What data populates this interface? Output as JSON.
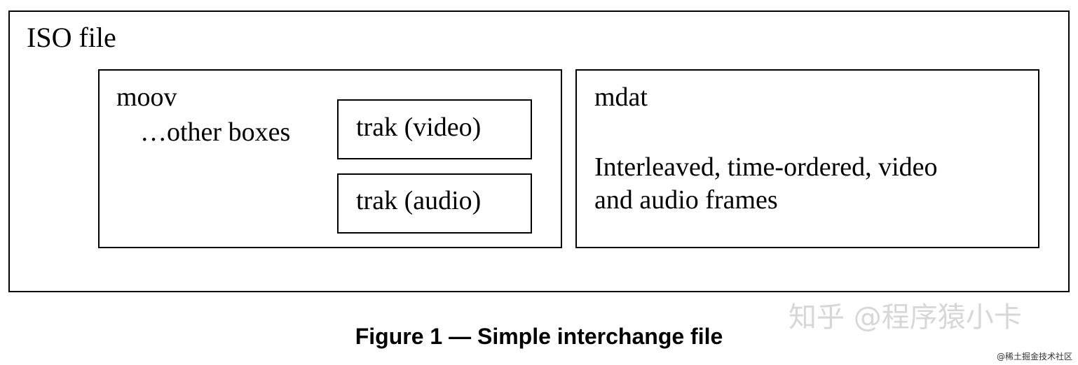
{
  "diagram": {
    "iso_file": {
      "label": "ISO file"
    },
    "moov": {
      "label": "moov",
      "other_boxes": "…other boxes",
      "trak_video": "trak (video)",
      "trak_audio": "trak (audio)"
    },
    "mdat": {
      "label": "mdat",
      "description_line1": "Interleaved, time-ordered, video",
      "description_line2": "and audio frames"
    }
  },
  "caption": "Figure 1 — Simple interchange file",
  "watermark": "知乎 @程序猿小卡",
  "corner_mark": "@稀土掘金技术社区",
  "colors": {
    "border": "#000000",
    "text": "#000000",
    "background": "#ffffff",
    "watermark": "#d7d7d7"
  }
}
